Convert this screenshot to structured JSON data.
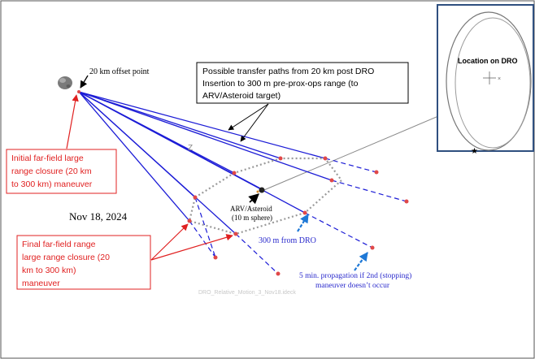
{
  "offset_point_label": "20 km offset point",
  "transfer_callout": {
    "lines": [
      "Possible transfer paths from 20 km post DRO",
      "Insertion to 300 m pre-prox-ops range (to",
      "ARV/Asteroid target)"
    ]
  },
  "initial_callout": {
    "lines": [
      "Initial far-field large",
      "range closure (20 km",
      "to 300 km) maneuver"
    ]
  },
  "final_callout": {
    "lines": [
      "Final far-field range",
      "large range closure (20",
      "km to 300 km)",
      "maneuver"
    ]
  },
  "date_label": "Nov 18, 2024",
  "target_label": {
    "line1": "ARV/Asteroid",
    "line2": "(10 m sphere)"
  },
  "range_label": "300 m from DRO",
  "propagation_label": {
    "line1": "5 min. propagation if 2nd (stopping)",
    "line2": "maneuver doesn’t occur"
  },
  "inset": {
    "title": "Location on DRO"
  },
  "filename_watermark": "DRO_Relative_Motion_3_Nov18.ideck",
  "axis_marker": "Z",
  "colors": {
    "transfer": "#1c1cd6",
    "callout_red": "#e02020",
    "ellipse": "#777777",
    "inset_border": "#2f4f7f",
    "blue_text": "#2a2acc",
    "arrow_blue": "#1e78d6"
  }
}
